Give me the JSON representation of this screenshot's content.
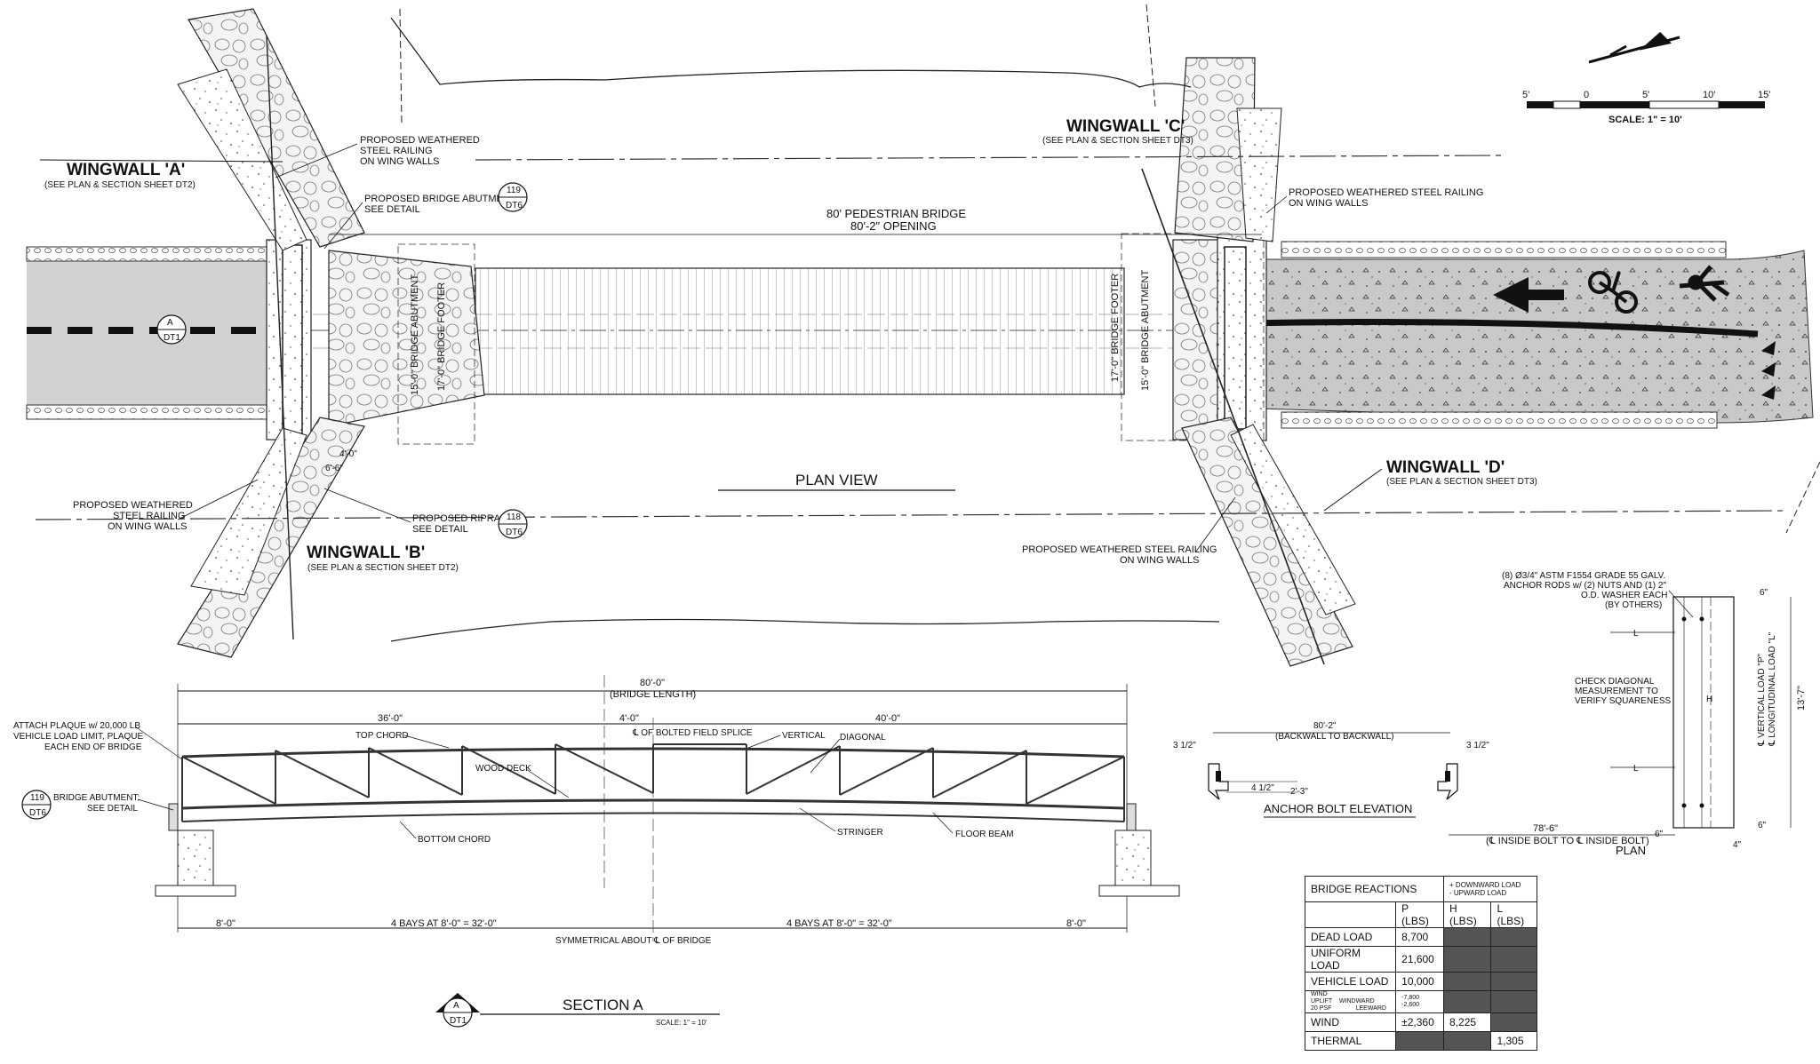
{
  "scale": {
    "ticks": [
      "5'",
      "0",
      "5'",
      "10'",
      "15'"
    ],
    "label": "SCALE: 1\" = 10'"
  },
  "wingwalls": {
    "a": {
      "title": "WINGWALL 'A'",
      "ref": "(SEE PLAN & SECTION SHEET DT2)"
    },
    "b": {
      "title": "WINGWALL 'B'",
      "ref": "(SEE PLAN & SECTION SHEET DT2)"
    },
    "c": {
      "title": "WINGWALL 'C'",
      "ref": "(SEE PLAN & SECTION SHEET DT3)"
    },
    "d": {
      "title": "WINGWALL 'D'",
      "ref": "(SEE PLAN & SECTION SHEET DT3)"
    }
  },
  "plan": {
    "title": "PLAN VIEW",
    "bridge_label_1": "80' PEDESTRIAN BRIDGE",
    "bridge_label_2": "80'-2\" OPENING",
    "railing_a_1": "PROPOSED WEATHERED",
    "railing_a_2": "STEEL RAILING",
    "railing_a_3": "ON WING WALLS",
    "abutment_1": "PROPOSED BRIDGE ABUTMENT,",
    "abutment_2": "SEE DETAIL",
    "railing_b_1": "PROPOSED WEATHERED",
    "railing_b_2": "STEEL RAILING",
    "railing_b_3": "ON WING WALLS",
    "riprap_1": "PROPOSED RIPRAP;",
    "riprap_2": "SEE DETAIL",
    "railing_c_1": "PROPOSED WEATHERED STEEL RAILING",
    "railing_c_2": "ON WING WALLS",
    "railing_d_1": "PROPOSED WEATHERED STEEL RAILING",
    "railing_d_2": "ON WING WALLS",
    "dim_left_1": "15'-0\" BRIDGE ABUTMENT",
    "dim_left_2": "17'-0\" BRIDGE FOOTER",
    "dim_right_1": "17'-0\" BRIDGE FOOTER",
    "dim_right_2": "15'-0\" BRIDGE ABUTMENT",
    "dim_4": "4'-0\"",
    "dim_6": "6'-6\"",
    "callout_119": "119",
    "callout_118": "118",
    "callout_sheet": "DT6",
    "section_letter": "A",
    "section_sheet": "DT1"
  },
  "section": {
    "title": "SECTION A",
    "scale": "SCALE: 1\" = 10'",
    "length": "80'-0\"",
    "length_note": "(BRIDGE LENGTH)",
    "seg_36": "36'-0\"",
    "seg_4": "4'-0\"",
    "seg_40": "40'-0\"",
    "splice": "℄ OF BOLTED FIELD SPLICE",
    "top_chord": "TOP CHORD",
    "vertical": "VERTICAL",
    "diagonal": "DIAGONAL",
    "wood_deck": "WOOD DECK",
    "bottom_chord": "BOTTOM CHORD",
    "stringer": "STRINGER",
    "floor_beam": "FLOOR BEAM",
    "plaque_1": "ATTACH PLAQUE w/ 20,000 LB",
    "plaque_2": "VEHICLE LOAD LIMIT, PLAQUE",
    "plaque_3": "EACH END OF BRIDGE",
    "abut_1": "BRIDGE ABUTMENT;",
    "abut_2": "SEE DETAIL",
    "bot_8a": "8'-0\"",
    "bays_a": "4 BAYS AT 8'-0\" = 32'-0\"",
    "bays_b": "4 BAYS AT 8'-0\" = 32'-0\"",
    "bot_8b": "8'-0\"",
    "symm": "SYMMETRICAL ABOUT ℄ OF BRIDGE",
    "callout_119": "119",
    "callout_sheet": "DT6",
    "sec_letter": "A",
    "sec_sheet": "DT1"
  },
  "anchor": {
    "title": "ANCHOR BOLT ELEVATION",
    "dim": "80'-2\"",
    "dim_note": "(BACKWALL TO BACKWALL)",
    "d31l": "3 1/2\"",
    "d31r": "3 1/2\"",
    "d41": "4 1/2\"",
    "d23": "2'-3\""
  },
  "bolt_plan": {
    "title": "PLAN",
    "rods_1": "(8) Ø3/4\" ASTM F1554 GRADE 55 GALV.",
    "rods_2": "ANCHOR RODS w/ (2) NUTS AND (1) 2\"",
    "rods_3": "O.D. WASHER EACH",
    "rods_4": "(BY OTHERS)",
    "check_1": "CHECK DIAGONAL",
    "check_2": "MEASUREMENT TO",
    "check_3": "VERIFY SQUARENESS",
    "d6a": "6\"",
    "d6b": "6\"",
    "d6c": "6\"",
    "d4": "4\"",
    "d137": "13'-7\"",
    "d786": "78'-6\"",
    "d786_note": "(℄ INSIDE BOLT TO ℄ INSIDE BOLT)",
    "vert_load": "℄ VERTICAL LOAD \"P\"",
    "long_load": "℄ LONGITUDINAL LOAD \"L\"",
    "L": "L",
    "H": "H"
  },
  "reactions": {
    "title": "BRIDGE REACTIONS",
    "legend_1": "+ DOWNWARD LOAD",
    "legend_2": "- UPWARD LOAD",
    "headers": [
      "P (LBS)",
      "H (LBS)",
      "L (LBS)"
    ],
    "rows": [
      {
        "label": "DEAD LOAD",
        "p": "8,700",
        "h": "",
        "l": ""
      },
      {
        "label": "UNIFORM LOAD",
        "p": "21,600",
        "h": "",
        "l": ""
      },
      {
        "label": "VEHICLE LOAD",
        "p": "10,000",
        "h": "",
        "l": ""
      }
    ],
    "uplift_1": "WIND UPLIFT",
    "uplift_2": "20 PSF",
    "windward": "WINDWARD",
    "leeward": "LEEWARD",
    "uplift_p1": "-7,800",
    "uplift_p2": "-2,600",
    "wind_label": "WIND",
    "wind_p": "±2,360",
    "wind_h": "8,225",
    "thermal_label": "THERMAL",
    "thermal_l": "1,305"
  }
}
